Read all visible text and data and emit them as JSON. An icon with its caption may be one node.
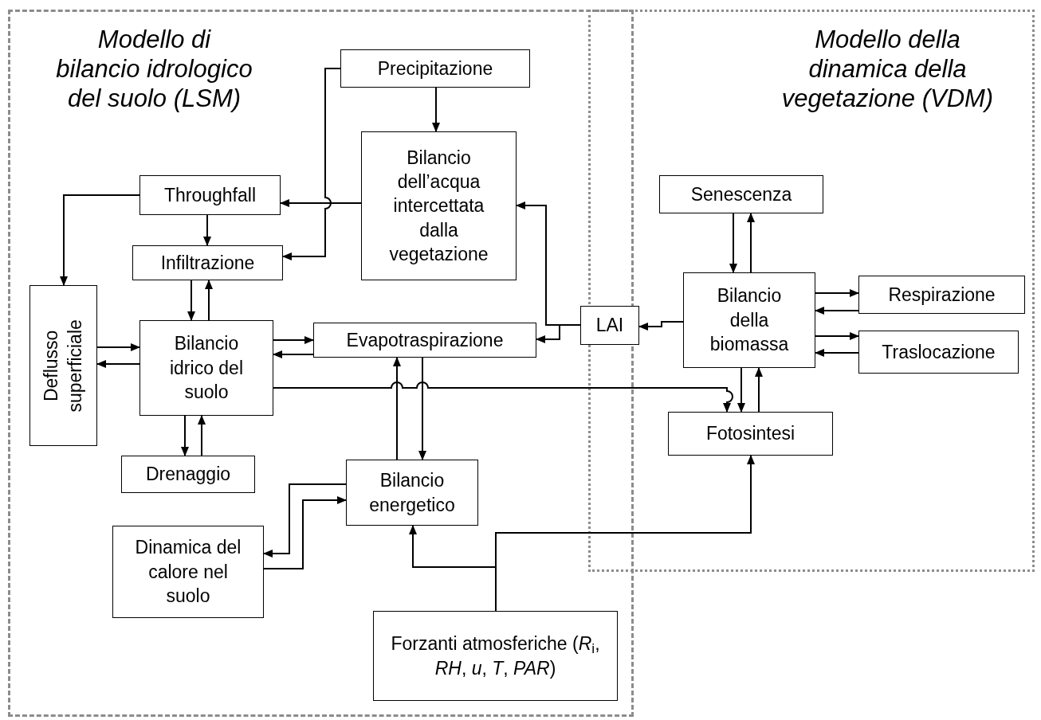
{
  "diagram": {
    "nodes": [
      {
        "text": [
          "Modello di bilancio idrologico del suolo (LSM)"
        ]
      },
      {
        "text": [
          "Modello della dinamica della vegetazione (VDM)"
        ]
      },
      {
        "text": [
          "Precipitazione"
        ],
        "in": 0
      },
      {
        "text": [
          "Bilancio dell’acqua intercettata dalla vegetazione"
        ],
        "in": 0
      },
      {
        "text": [
          "Throughfall"
        ],
        "in": 0
      },
      {
        "text": [
          "Infiltrazione"
        ],
        "in": 0
      },
      {
        "text": [
          "Deflusso superficiale"
        ],
        "in": 0
      },
      {
        "text": [
          "Bilancio idrico del suolo"
        ],
        "in": 0
      },
      {
        "text": [
          "Evapotraspirazione"
        ],
        "in": 0
      },
      {
        "text": [
          "Drenaggio"
        ],
        "in": 0
      },
      {
        "text": [
          "Bilancio energetico"
        ],
        "in": 0
      },
      {
        "text": [
          "Dinamica del calore nel suolo"
        ],
        "in": 0
      },
      {
        "text": [
          "Forzanti atmosferiche (*R*$_{i}$, *RH*, *u*, *T*, *PAR*)"
        ],
        "in": 0
      },
      {
        "text": [
          "LAI"
        ]
      },
      {
        "text": [
          "Senescenza"
        ],
        "in": 1
      },
      {
        "text": [
          "Bilancio della biomassa"
        ],
        "in": 1
      },
      {
        "text": [
          "Respirazione"
        ],
        "in": 1
      },
      {
        "text": [
          "Traslocazione"
        ],
        "in": 1
      },
      {
        "text": [
          "Fotosintesi"
        ],
        "in": 1
      }
    ],
    "edges": [
      {
        "from": 2,
        "to": 3,
        "arrow": "to"
      },
      {
        "from": 2,
        "to": 5,
        "arrow": "to"
      },
      {
        "from": 3,
        "to": 4,
        "arrow": "to"
      },
      {
        "from": 4,
        "to": 6,
        "arrow": "to"
      },
      {
        "from": 4,
        "to": 5,
        "arrow": "to"
      },
      {
        "from": 5,
        "to": 7,
        "arrow": "to"
      },
      {
        "from": 7,
        "to": 5,
        "arrow": "to"
      },
      {
        "from": 6,
        "to": 7,
        "arrow": "to"
      },
      {
        "from": 7,
        "to": 6,
        "arrow": "to"
      },
      {
        "from": 7,
        "to": 8,
        "arrow": "to"
      },
      {
        "from": 8,
        "to": 7,
        "arrow": "to"
      },
      {
        "from": 7,
        "to": 18,
        "arrow": "to"
      },
      {
        "from": 7,
        "to": 9,
        "arrow": "to"
      },
      {
        "from": 9,
        "to": 7,
        "arrow": "to"
      },
      {
        "from": 10,
        "to": 8,
        "arrow": "to"
      },
      {
        "from": 8,
        "to": 10,
        "arrow": "to"
      },
      {
        "from": 10,
        "to": 11,
        "arrow": "to"
      },
      {
        "from": 11,
        "to": 10,
        "arrow": "to"
      },
      {
        "from": 12,
        "to": 10,
        "arrow": "to"
      },
      {
        "from": 12,
        "to": 18,
        "arrow": "to"
      },
      {
        "from": 13,
        "to": 3,
        "arrow": "to"
      },
      {
        "from": 13,
        "to": 8,
        "arrow": "to"
      },
      {
        "from": 15,
        "to": 13,
        "arrow": "to"
      },
      {
        "from": 14,
        "to": 15,
        "arrow": "to"
      },
      {
        "from": 15,
        "to": 14,
        "arrow": "to"
      },
      {
        "from": 15,
        "to": 16,
        "arrow": "to"
      },
      {
        "from": 16,
        "to": 15,
        "arrow": "to"
      },
      {
        "from": 15,
        "to": 17,
        "arrow": "to"
      },
      {
        "from": 17,
        "to": 15,
        "arrow": "to"
      },
      {
        "from": 15,
        "to": 18,
        "arrow": "to"
      },
      {
        "from": 18,
        "to": 15,
        "arrow": "to"
      }
    ]
  }
}
